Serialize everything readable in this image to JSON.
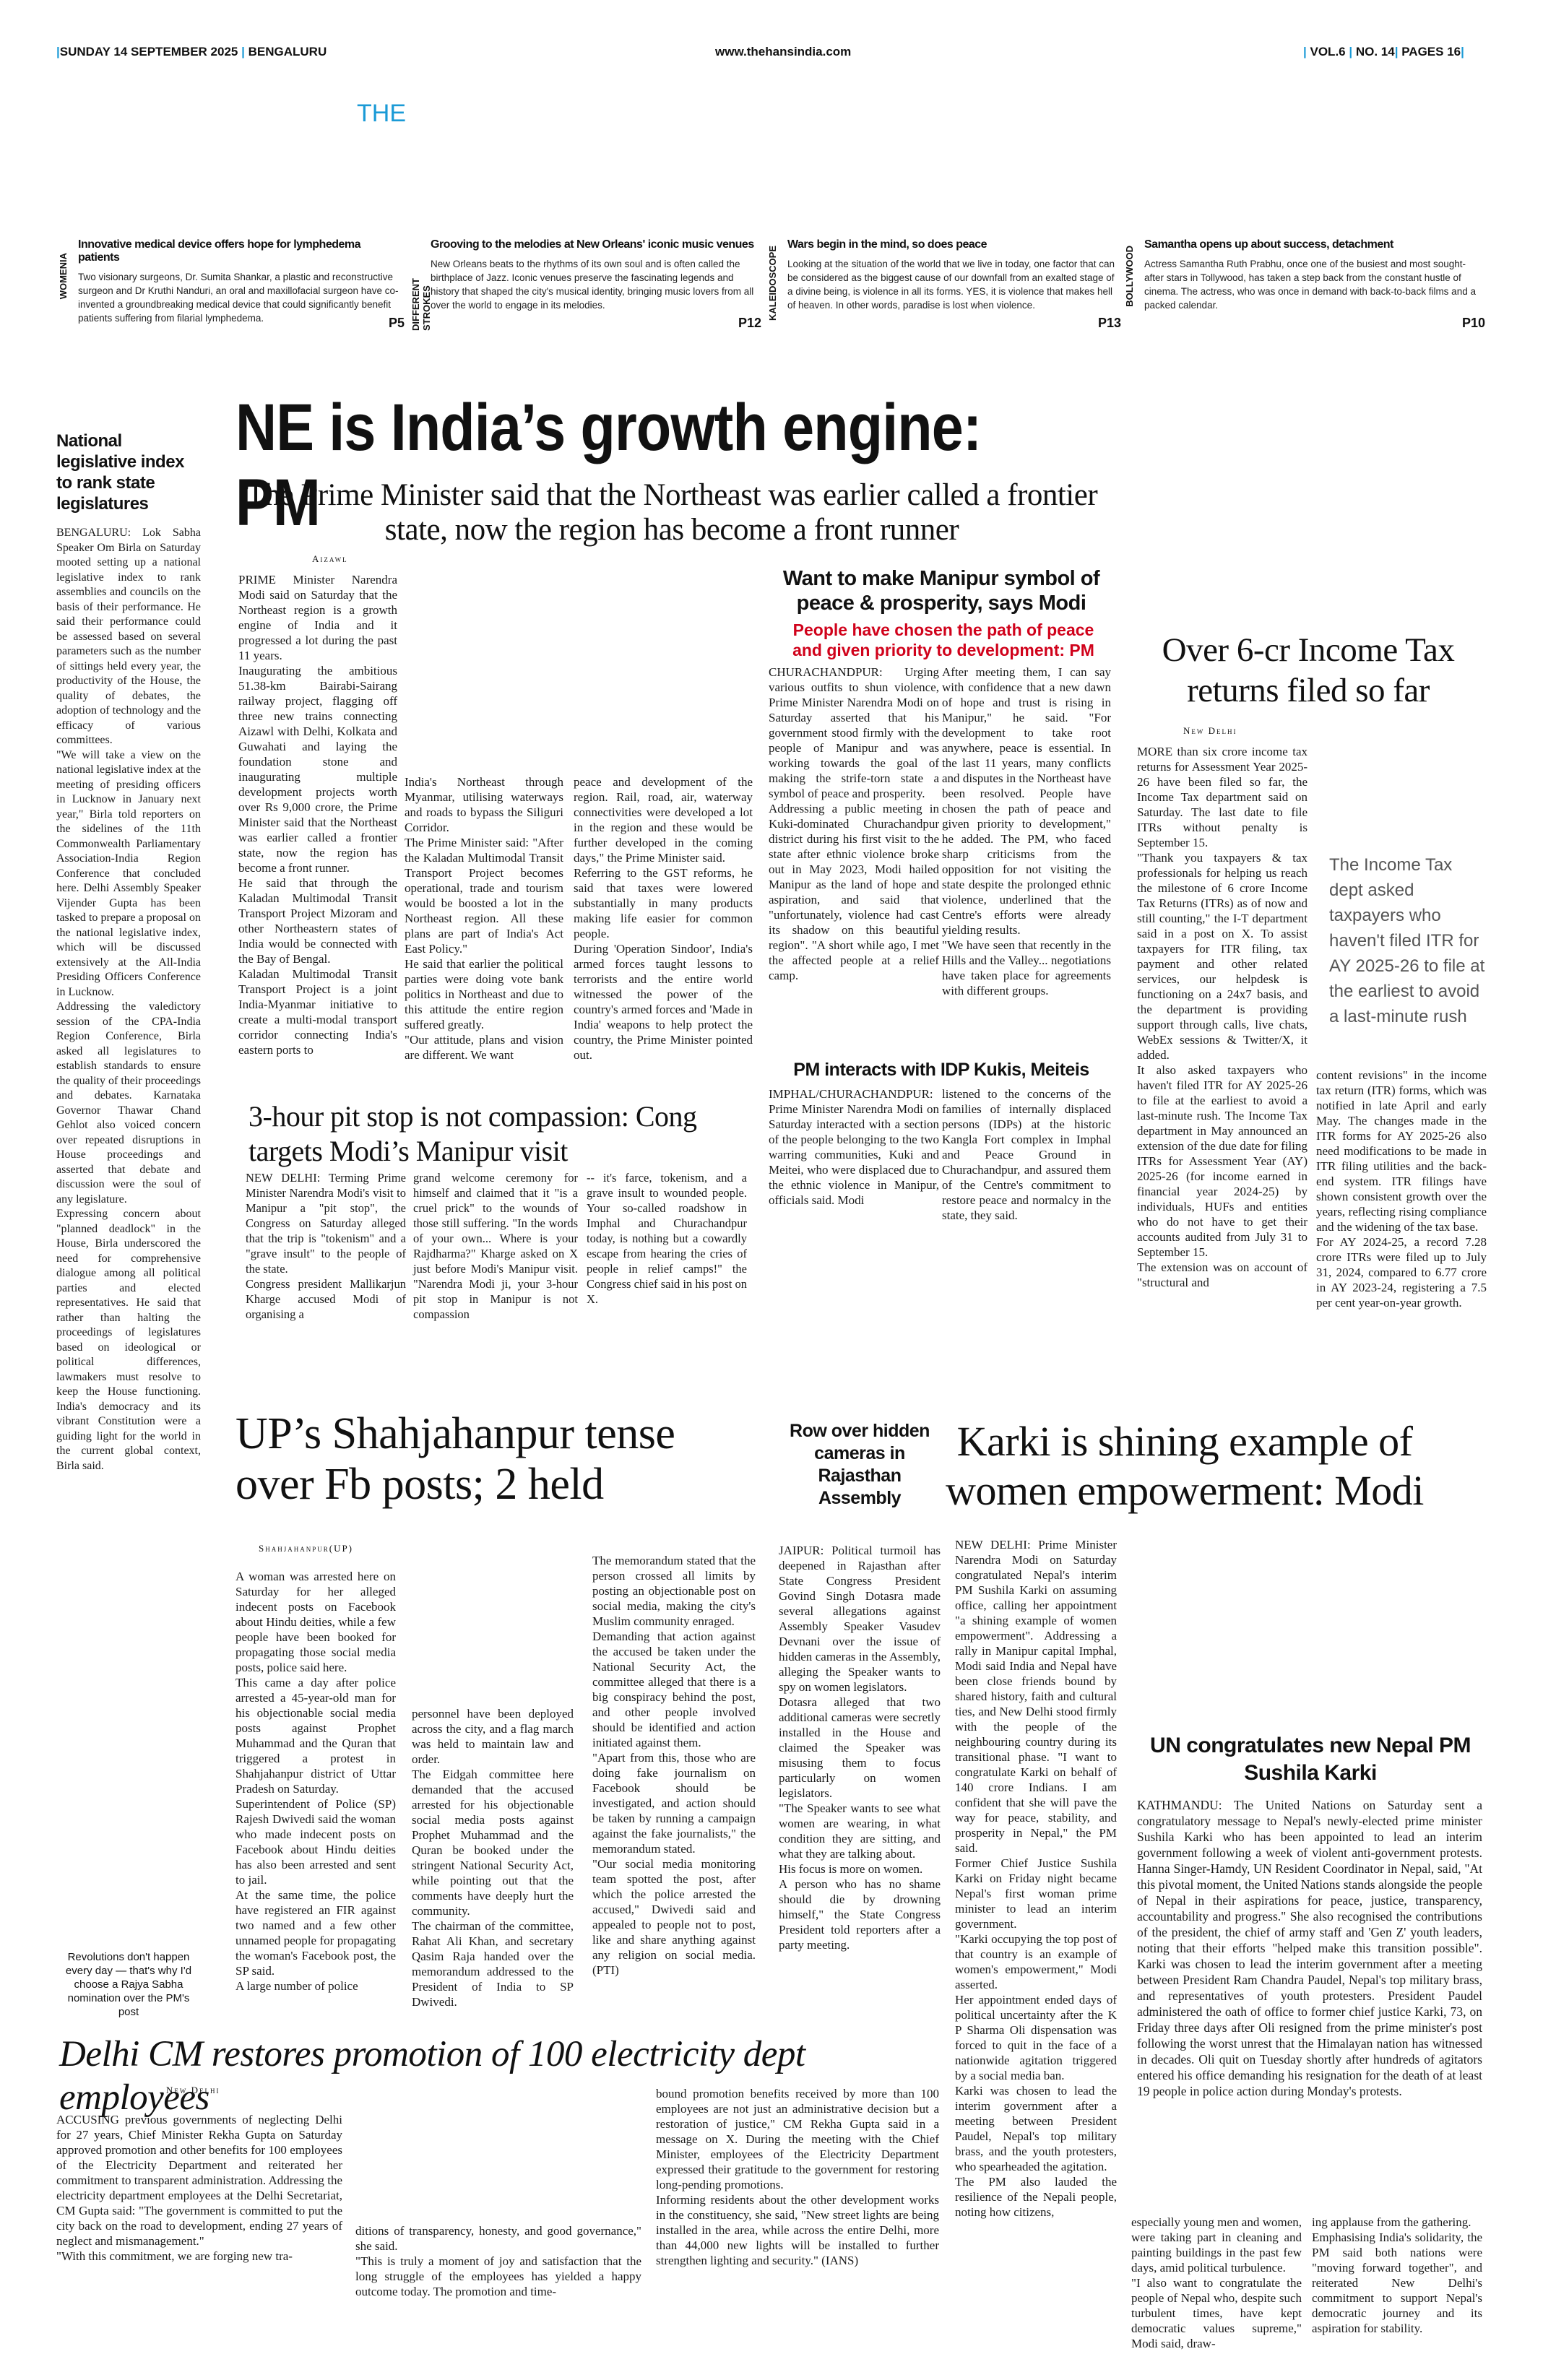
{
  "topbar": {
    "date": "SUNDAY 14 SEPTEMBER 2025",
    "city": "BENGALURU",
    "website": "www.thehansindia.com",
    "vol": "VOL.6",
    "no": "NO. 14",
    "pages": "PAGES 16"
  },
  "masthead": "THE",
  "teasers": [
    {
      "label": "WOMENIA",
      "title": "Innovative medical device offers hope for lymphedema patients",
      "text": "Two visionary surgeons, Dr. Sumita Shankar, a plastic and reconstructive surgeon and Dr Kruthi Nanduri, an oral and maxillofacial surgeon have co-invented a groundbreaking medical device that could significantly benefit patients suffering from filarial lymphedema.",
      "page": "P5"
    },
    {
      "label": "DIFFERENT STROKES",
      "title": "Grooving to the melodies at New Orleans' iconic music venues",
      "text": "New Orleans beats to the rhythms of its own soul and is often called the birthplace of Jazz. Iconic venues preserve the fascinating legends and history that shaped the city's musical identity, bringing music lovers from all over the world to engage in its melodies.",
      "page": "P12"
    },
    {
      "label": "KALEIDOSCOPE",
      "title": "Wars begin in the mind, so does peace",
      "text": "Looking at the situation of the world that we live in today, one factor that can be considered as the biggest cause of our downfall from an exalted stage of a divine being, is violence in all its forms. YES, it is violence that makes hell of heaven. In other words, paradise is lost when violence.",
      "page": "P13"
    },
    {
      "label": "BOLLYWOOD",
      "title": "Samantha opens up about success, detachment",
      "text": "Actress Samantha Ruth Prabhu, once one of the busiest and most sought-after stars in Tollywood, has taken a step back from the constant hustle of cinema. The actress, who was once in demand with back-to-back films and a packed calendar.",
      "page": "P10"
    }
  ],
  "birla": {
    "head": "National legislative index to rank state legislatures",
    "body": "BENGALURU: Lok Sabha Speaker Om Birla on Saturday mooted setting up a national legislative index to rank assemblies and councils on the basis of their performance. He said their performance could be assessed based on several parameters such as the number of sittings held every year, the productivity of the House, the quality of debates, the adoption of technology and the efficacy of various committees.\n\"We will take a view on the national legislative index at the meeting of presiding officers in Lucknow in January next year,\" Birla told reporters on the sidelines of the 11th Commonwealth Parliamentary Association-India Region Conference that concluded here. Delhi Assembly Speaker Vijender Gupta has been tasked to prepare a proposal on the national legislative index, which will be discussed extensively at the All-India Presiding Officers Conference in Lucknow.\nAddressing the valedictory session of the CPA-India Region Conference, Birla asked all legislatures to establish standards to ensure the quality of their proceedings and debates. Karnataka Governor Thawar Chand Gehlot also voiced concern over repeated disruptions in House proceedings and asserted that debate and discussion were the soul of any legislature.\nExpressing concern about \"planned deadlock\" in the House, Birla underscored the need for comprehensive dialogue among all political parties and elected representatives. He said that rather than halting the proceedings of legislatures based on ideological or political differences, lawmakers must resolve to keep the House functioning. India's democracy and its vibrant Constitution were a guiding light for the world in the current global context, Birla said."
  },
  "lead": {
    "headline": "NE is India’s growth engine: PM",
    "deck": "The Prime Minister said that the Northeast was earlier called a frontier state, now the region has become a front runner",
    "dateline": "Aizawl",
    "col1": "PRIME Minister Narendra Modi said on Saturday that the Northeast region is a growth engine of India and it progressed a lot during the past 11 years.\nInaugurating the ambitious 51.38-km Bairabi-Sairang railway project, flagging off three new trains connecting Aizawl with Delhi, Kolkata and Guwahati and laying the foundation stone and inaugurating multiple development projects worth over Rs 9,000 crore, the Prime Minister said that the Northeast was earlier called a frontier state, now the region has become a front runner.\nHe said that through the Kaladan Multimodal Transit Transport Project Mizoram and other Northeastern states of India would be connected with the Bay of Bengal.\nKaladan Multimodal Transit Transport Project is a joint India-Myanmar initiative to create a multi-modal transport corridor connecting India's eastern ports to",
    "col2": "India's Northeast through Myanmar, utilising waterways and roads to bypass the Siliguri Corridor.\nThe Prime Minister said: \"After the Kaladan Multimodal Transit Transport Project becomes operational, trade and tourism would be boosted a lot in the Northeast region. All these plans are part of India's Act East Policy.\"\nHe said that earlier the political parties were doing vote bank politics in Northeast and due to this attitude the entire region suffered greatly.\n\"Our attitude, plans and vision are different. We want",
    "col3": "peace and development of the region. Rail, road, air, waterway connectivities were developed a lot in the region and these would be further developed in the coming days,\" the Prime Minister said.\nReferring to the GST reforms, he said that taxes were lowered substantially in many products making life easier for common people.\nDuring 'Operation Sindoor', India's armed forces taught lessons to terrorists and the entire world witnessed the power of the country's armed forces and 'Made in India' weapons to help protect the country, the Prime Minister pointed out."
  },
  "manipur": {
    "head": "Want to make Manipur symbol of peace & prosperity, says Modi",
    "sub": "People have chosen the path of peace and given priority to development: PM",
    "col1": "CHURACHANDPUR: Urging various outfits to shun violence, Prime Minister Narendra Modi on Saturday asserted that his government stood firmly with the people of Manipur and was working towards the goal of making the strife-torn state a symbol of peace and prosperity.\nAddressing a public meeting in Kuki-dominated Churachandpur district during his first visit to the state after ethnic violence broke out in May 2023, Modi hailed Manipur as the land of hope and aspiration, and said that \"unfortunately, violence had cast its shadow on this beautiful region\". \"A short while ago, I met the affected people at a relief camp.",
    "col2": "After meeting them, I can say with confidence that a new dawn of hope and trust is rising in Manipur,\" he said. \"For development to take root anywhere, peace is essential. In the last 11 years, many conflicts and disputes in the Northeast have been resolved. People have chosen the path of peace and given priority to development,\" he added. The PM, who faced sharp criticisms from the opposition for not visiting the state despite the prolonged ethnic violence, underlined that the Centre's efforts were already yielding results.\n\"We have seen that recently in the Hills and the Valley... negotiations have taken place for agreements with different groups."
  },
  "idp": {
    "head": "PM interacts with IDP Kukis, Meiteis",
    "col1": "IMPHAL/CHURACHANDPUR: Prime Minister Narendra Modi on Saturday interacted with a section of the people belonging to the two warring communities, Kuki and Meitei, who were displaced due to the ethnic violence in Manipur, officials said. Modi",
    "col2": "listened to the concerns of the families of internally displaced persons (IDPs) at the historic Kangla Fort complex in Imphal and Peace Ground in Churachandpur, and assured them of the Centre's commitment to restore peace and normalcy in the state, they said."
  },
  "itr": {
    "head": "Over 6-cr Income Tax returns filed so far",
    "dateline": "New Delhi",
    "pull": "The Income Tax dept asked taxpayers who haven't filed ITR for AY 2025-26 to file at the earliest to avoid a last-minute rush",
    "col1": "MORE than six crore income tax returns for Assessment Year 2025-26 have been filed so far, the Income Tax department said on Saturday. The last date to file ITRs without penalty is September 15.\n\"Thank you taxpayers & tax professionals for helping us reach the milestone of 6 crore Income Tax Returns (ITRs) as of now and still counting,\" the I-T department said in a post on X. To assist taxpayers for ITR filing, tax payment and other related services, our helpdesk is functioning on a 24x7 basis, and the department is providing support through calls, live chats, WebEx sessions & Twitter/X, it added.\nIt also asked taxpayers who haven't filed ITR for AY 2025-26 to file at the earliest to avoid a last-minute rush. The Income Tax department in May announced an extension of the due date for filing ITRs for Assessment Year (AY) 2025-26 (for income earned in financial year 2024-25) by individuals, HUFs and entities who do not have to get their accounts audited from July 31 to September 15.\nThe extension was on account of \"structural and",
    "col2": "content revisions\" in the income tax return (ITR) forms, which was notified in late April and early May. The changes made in the ITR forms for AY 2025-26 also need modifications to be made in ITR filing utilities and the back-end system. ITR filings have shown consistent growth over the years, reflecting rising compliance and the widening of the tax base.\nFor AY 2024-25, a record 7.28 crore ITRs were filed up to July 31, 2024, compared to 6.77 crore in AY 2023-24, registering a 7.5 per cent year-on-year growth."
  },
  "cong": {
    "head": "3-hour pit stop is not compassion: Cong targets Modi’s Manipur visit",
    "col1": "NEW DELHI: Terming Prime Minister Narendra Modi's visit to Manipur a \"pit stop\", the Congress on Saturday alleged that the trip is \"tokenism\" and a \"grave insult\" to the people of the state.\nCongress president Mallikarjun Kharge accused Modi of organising a",
    "col2": "grand welcome ceremony for himself and claimed that it \"is a cruel prick\" to the wounds of those still suffering. \"In the words of your own... Where is your Rajdharma?\" Kharge asked on X just before Modi's Manipur visit. \"Narendra Modi ji, your 3-hour pit stop in Manipur is not compassion",
    "col3": "-- it's farce, tokenism, and a grave insult to wounded people. Your so-called roadshow in Imphal and Churachandpur today, is nothing but a cowardly escape from hearing the cries of people in relief camps!\" the Congress chief said in his post on X."
  },
  "up": {
    "head": "UP’s Shahjahanpur tense over Fb posts; 2 held",
    "dateline": "Shahjahanpur(UP)",
    "col1": "A woman was arrested here on Saturday for her alleged indecent posts on Facebook about Hindu deities, while a few people have been booked for propagating those social media posts, police said here.\nThis came a day after police arrested a 45-year-old man for his objectionable social media posts against Prophet Muhammad and the Quran that triggered a protest in Shahjahanpur district of Uttar Pradesh on Saturday.\nSuperintendent of Police (SP) Rajesh Dwivedi said the woman who made indecent posts on Facebook about Hindu deities has also been arrested and sent to jail.\nAt the same time, the police have registered an FIR against two named and a few other unnamed people for propagating the woman's Facebook post, the SP said.\nA large number of police",
    "col2": "personnel have been deployed across the city, and a flag march was held to maintain law and order.\nThe Eidgah committee here demanded that the accused arrested for his objectionable social media posts against Prophet Muhammad and the Quran be booked under the stringent National Security Act, while pointing out that the comments have deeply hurt the community.\nThe chairman of the committee, Rahat Ali Khan, and secretary Qasim Raja handed over the memorandum addressed to the President of India to SP Dwivedi.",
    "col3": "The memorandum stated that the person crossed all limits by posting an objectionable post on social media, making the city's Muslim community enraged.\nDemanding that action against the accused be taken under the National Security Act, the committee alleged that there is a big conspiracy behind the post, and other people involved should be identified and action initiated against them.\n\"Apart from this, those who are doing fake journalism on Facebook should be investigated, and action should be taken by running a campaign against the fake journalists,\" the memorandum stated.\n\"Our social media monitoring team spotted the post, after which the police arrested the accused,\" Dwivedi said and appealed to people not to post, like and share anything against any religion on social media. (PTI)"
  },
  "rajasthan": {
    "head": "Row over hidden cameras in Rajasthan Assembly",
    "body": "JAIPUR: Political turmoil has deepened in Rajasthan after State Congress President Govind Singh Dotasra made several allegations against Assembly Speaker Vasudev Devnani over the issue of hidden cameras in the Assembly, alleging the Speaker wants to spy on women legislators.\nDotasra alleged that two additional cameras were secretly installed in the House and claimed the Speaker was misusing them to focus particularly on women legislators.\n\"The Speaker wants to see what women are wearing, in what condition they are sitting, and what they are talking about.\nHis focus is more on women.\nA person who has no shame should die by drowning himself,\" the State Congress President told reporters after a party meeting."
  },
  "karki": {
    "head": "Karki is shining example of women empowerment: Modi",
    "col1": "NEW DELHI: Prime Minister Narendra Modi on Saturday congratulated Nepal's interim PM Sushila Karki on assuming office, calling her appointment \"a shining example of women empowerment\". Addressing a rally in Manipur capital Imphal, Modi said India and Nepal have been close friends bound by shared history, faith and cultural ties, and New Delhi stood firmly with the people of the neighbouring country during its transitional phase. \"I want to congratulate Karki on behalf of 140 crore Indians. I am confident that she will pave the way for peace, stability, and prosperity in Nepal,\" the PM said.\nFormer Chief Justice Sushila Karki on Friday night became Nepal's first woman prime minister to lead an interim government.\n\"Karki occupying the top post of that country is an example of women's empowerment,\" Modi asserted.\nHer appointment ended days of political uncertainty after the K P Sharma Oli dispensation was forced to quit in the face of a nationwide agitation triggered by a social media ban.\nKarki was chosen to lead the interim government after a meeting between President Paudel, Nepal's top military brass, and the youth protesters, who spearheaded the agitation.\nThe PM also lauded the resilience of the Nepali people, noting how citizens,",
    "col2": "especially young men and women, were taking part in cleaning and painting buildings in the past few days, amid political turbulence.\n\"I also want to congratulate the people of Nepal who, despite such turbulent times, have kept democratic values supreme,\" Modi said, draw-",
    "col3": "ing applause from the gathering.\nEmphasising India's solidarity, the PM said both nations were \"moving forward together\", and reiterated New Delhi's commitment to support Nepal's democratic journey and its aspiration for stability."
  },
  "un": {
    "head": "UN congratulates new Nepal PM Sushila Karki",
    "body": "KATHMANDU: The United Nations on Saturday sent a congratulatory message to Nepal's newly-elected prime minister Sushila Karki who has been appointed to lead an interim government following a week of violent anti-government protests. Hanna Singer-Hamdy, UN Resident Coordinator in Nepal, said, \"At this pivotal moment, the United Nations stands alongside the people of Nepal in their aspirations for peace, justice, transparency, accountability and progress.\" She also recognised the contributions of the president, the chief of army staff and 'Gen Z' youth leaders, noting that their efforts \"helped make this transition possible\". Karki was chosen to lead the interim government after a meeting between President Ram Chandra Paudel, Nepal's top military brass, and representatives of youth protesters. President Paudel administered the oath of office to former chief justice Karki, 73, on Friday three days after Oli resigned from the prime minister's post following the worst unrest that the Himalayan nation has witnessed in decades. Oli quit on Tuesday shortly after hundreds of agitators entered his office demanding his resignation for the death of at least 19 people in police action during Monday's protests."
  },
  "quote": "Revolutions don't happen every day — that's why I'd choose a Rajya Sabha nomination over the PM's post",
  "delhi": {
    "head": "Delhi CM restores promotion of 100 electricity dept employees",
    "dateline": "New Delhi",
    "col1": "ACCUSING previous governments of neglecting Delhi for 27 years, Chief Minister Rekha Gupta on Saturday approved promotion and other benefits for 100 employees of the Electricity Department and reiterated her commitment to transparent administration. Addressing the electricity department employees at the Delhi Secretariat, CM Gupta said: \"The government is committed to put the city back on the road to development, ending 27 years of neglect and mismanagement.\"\n\"With this commitment, we are forging new tra-",
    "col2": "ditions of transparency, honesty, and good governance,\" she said.\n\"This is truly a moment of joy and satisfaction that the long struggle of the employees has yielded a happy outcome today. The promotion and time-",
    "col3": "bound promotion benefits received by more than 100 employees are not just an administrative decision but a restoration of justice,\" CM Rekha Gupta said in a message on X. During the meeting with the Chief Minister, employees of the Electricity Department expressed their gratitude to the government for restoring long-pending promotions.\nInforming residents about the other development works in the constituency, she said, \"New street lights are being installed in the area, while across the entire Delhi, more than 44,000 new lights will be installed to further strengthen lighting and security.\" (IANS)"
  }
}
